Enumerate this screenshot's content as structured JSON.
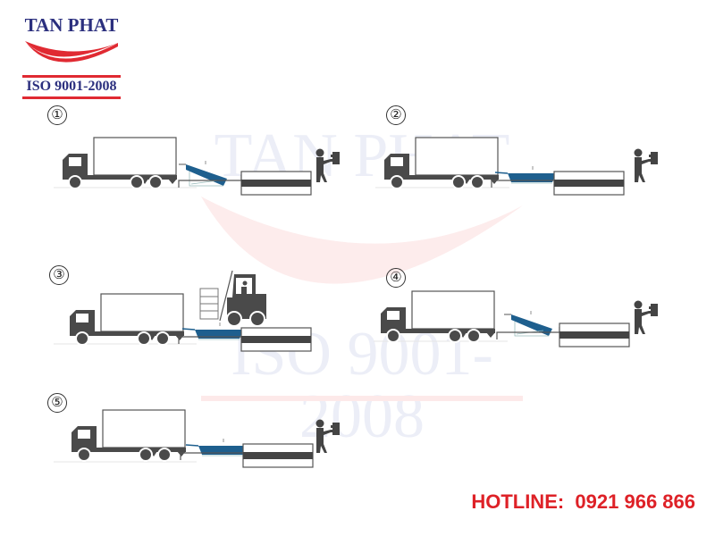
{
  "logo": {
    "company": "TAN PHAT",
    "certification": "ISO 9001-2008",
    "colors": {
      "text": "#2b2f7e",
      "swoosh": "#e02a32"
    }
  },
  "watermark": {
    "line1": "TAN PHAT",
    "line2": "ISO 9001-2008"
  },
  "steps": [
    {
      "number": "1",
      "label": "①",
      "ramp_state": "raised",
      "has_forklift": false
    },
    {
      "number": "2",
      "label": "②",
      "ramp_state": "lowered",
      "has_forklift": false
    },
    {
      "number": "3",
      "label": "③",
      "ramp_state": "lowered",
      "has_forklift": true
    },
    {
      "number": "4",
      "label": "④",
      "ramp_state": "raised",
      "has_forklift": false
    },
    {
      "number": "5",
      "label": "⑤",
      "ramp_state": "lowered",
      "has_forklift": false
    }
  ],
  "colors": {
    "truck": "#4a4a4a",
    "ramp": "#1e5f8e",
    "hotline": "#de2127"
  },
  "footer": {
    "hotline_label": "HOTLINE:  0921 966 866"
  }
}
